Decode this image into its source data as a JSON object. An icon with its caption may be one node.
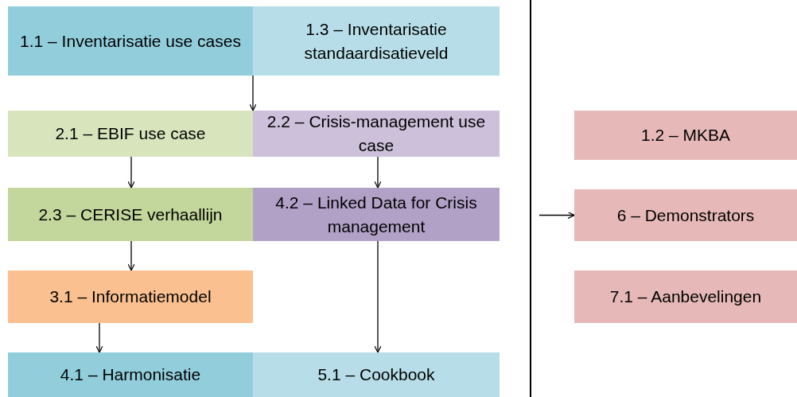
{
  "diagram": {
    "nodes": [
      {
        "text": [
          "1.1 – Inventarisatie use cases"
        ]
      },
      {
        "text": [
          "1.3 – Inventarisatie standaardisatieveld"
        ]
      },
      {
        "text": [
          "2.1 – EBIF use case"
        ]
      },
      {
        "text": [
          "2.2 – Crisis-management use case"
        ]
      },
      {
        "text": [
          "2.3 – CERISE verhaallijn"
        ]
      },
      {
        "text": [
          "4.2 – Linked Data for Crisis management"
        ]
      },
      {
        "text": [
          "3.1 – Informatiemodel"
        ]
      },
      {
        "text": [
          "4.1 – Harmonisatie"
        ]
      },
      {
        "text": [
          "5.1 – Cookbook"
        ]
      },
      {
        "text": [
          "1.2 – MKBA"
        ]
      },
      {
        "text": [
          "6 – Demonstrators"
        ]
      },
      {
        "text": [
          "7.1 – Aanbevelingen"
        ]
      }
    ],
    "edges": [
      {
        "from": 0,
        "to": 2,
        "arrow": "to"
      },
      {
        "from": 1,
        "to": 3,
        "arrow": "to"
      },
      {
        "from": 2,
        "to": 4,
        "arrow": "to"
      },
      {
        "from": 3,
        "to": 5,
        "arrow": "to"
      },
      {
        "from": 4,
        "to": 6,
        "arrow": "to"
      },
      {
        "from": 5,
        "to": 8,
        "arrow": "to"
      },
      {
        "from": 6,
        "to": 7,
        "arrow": "to"
      },
      {
        "from": null,
        "to": 10,
        "arrow": "to"
      }
    ]
  }
}
